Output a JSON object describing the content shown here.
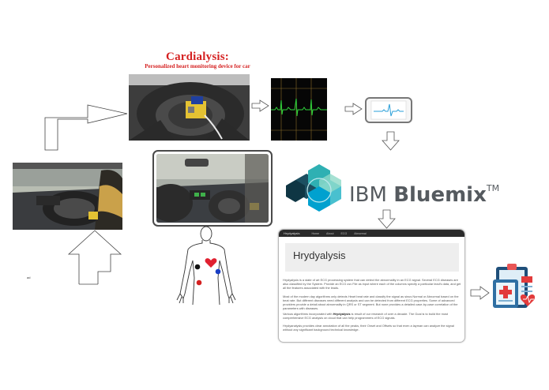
{
  "header": {
    "title": "Cardialysis:",
    "subtitle": "Personalized heart monitoring device for car"
  },
  "bluemix": {
    "ibm": "IBM ",
    "name": "Bluemix",
    "tm": "TM",
    "colors": [
      "#1a4b5c",
      "#00a3b4",
      "#57c0d0",
      "#2d7d8a",
      "#9adfe8",
      "#7ad4c9"
    ]
  },
  "heart_marker_colors": {
    "heart": "#e02030",
    "black": "#111111",
    "blue": "#1a3fc4",
    "red": "#d42020"
  },
  "website": {
    "nav": {
      "brand": "Hrydyalysis",
      "items": [
        "Home",
        "About",
        "ECG",
        "Abnormal"
      ]
    },
    "heading": "Hrydyalysis",
    "paragraphs": [
      "Hrydyalysis is a state of art ECG processing system that can detect the abnormality in an ECG signal. Several ECG diseases are also classified by the System. Provide an ECG csv File as input where each of the columns specify a particular lead's data, and get all the features associated with the leads.",
      "Most of the modern day algorithms only detects Heart beat rate and classify the signal as sinus Normal or Abnormal based on the beat rate. But different diseases need different analysis and can be detected from different ECG properties. Some of advanced providers provide a detail about abnormality in QRS or ST segment. But none provides a detailed case-by-case correlation of the parameters with diseases.",
      "Various algorithms incorporated with Hrydyalysis is result of our research of over a decade. The Goal is to build the most comprehensive ECG analysis on cloud that can help programmers of ECG signals.",
      "Hrydyanalysis provides clear annotation of all the peaks, their Onset and Offsets so that even a layman can analyze the signal without any significant background technical knowledge."
    ]
  },
  "misc": {
    "small_mark": "ad"
  }
}
